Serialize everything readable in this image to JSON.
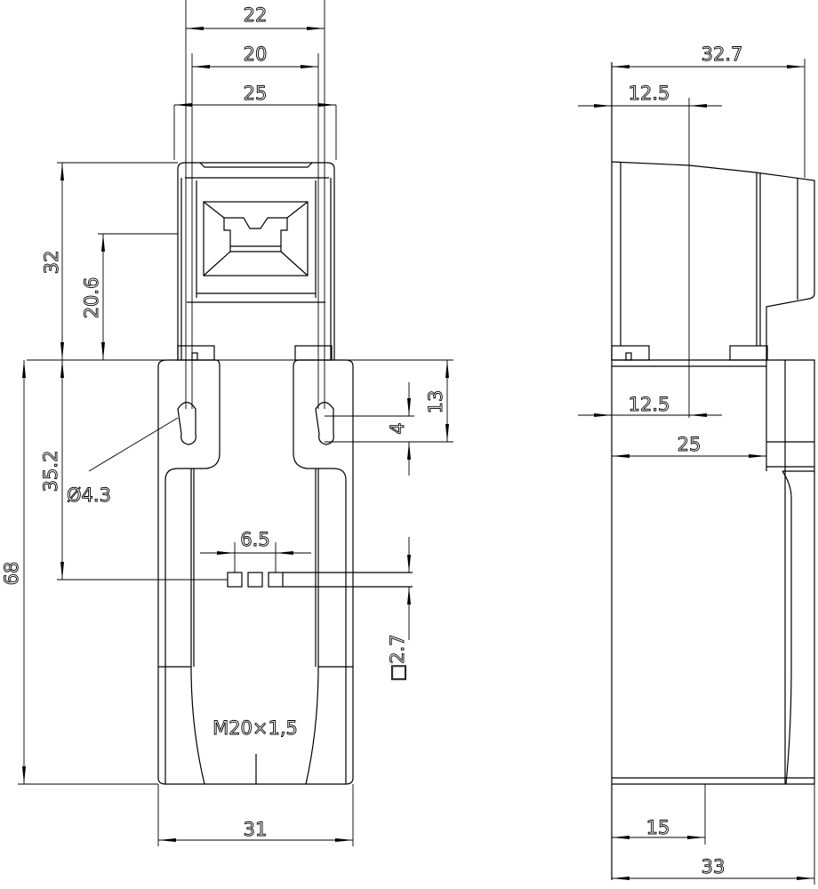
{
  "drawing": {
    "front_view": {
      "width_22": "22",
      "width_20": "20",
      "width_25": "25",
      "height_32": "32",
      "height_20_6": "20.6",
      "height_13": "13",
      "slot_4": "4",
      "height_35_2": "35.2",
      "hole_diameter": "Ø4.3",
      "pitch_6_5": "6.5",
      "height_68": "68",
      "square_2_7": "□2.7",
      "thread": "M20×1,5",
      "width_31": "31"
    },
    "side_view": {
      "width_32_7": "32.7",
      "offset_12_5_top": "12.5",
      "offset_12_5_mid": "12.5",
      "width_25": "25",
      "width_15": "15",
      "width_33": "33"
    },
    "colors": {
      "line": "#000000",
      "background": "#ffffff"
    }
  }
}
